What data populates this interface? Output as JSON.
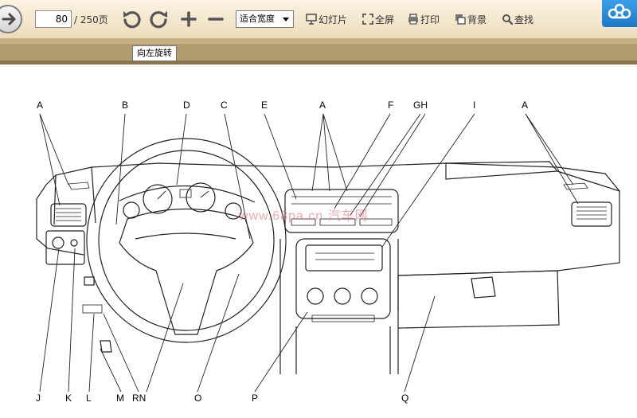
{
  "toolbar": {
    "current_page": "80",
    "page_total": "/ 250页",
    "zoom_mode": "适合宽度",
    "slideshow_label": "幻灯片",
    "fullscreen_label": "全屏",
    "print_label": "打印",
    "background_label": "背景",
    "find_label": "查找",
    "tooltip": "向左旋转"
  },
  "figure": {
    "watermark": "www.68pa.cn 汽车网",
    "callouts_top": [
      "A",
      "B",
      "D",
      "C",
      "E",
      "A",
      "F",
      "GH",
      "I",
      "A"
    ],
    "callouts_bottom": [
      "J",
      "K",
      "L",
      "M",
      "RN",
      "O",
      "P",
      "Q"
    ]
  },
  "colors": {
    "toolbar_bg": "#f3e7cd",
    "band": "#b29b6f",
    "cloud_button": "#2a8ad7"
  }
}
